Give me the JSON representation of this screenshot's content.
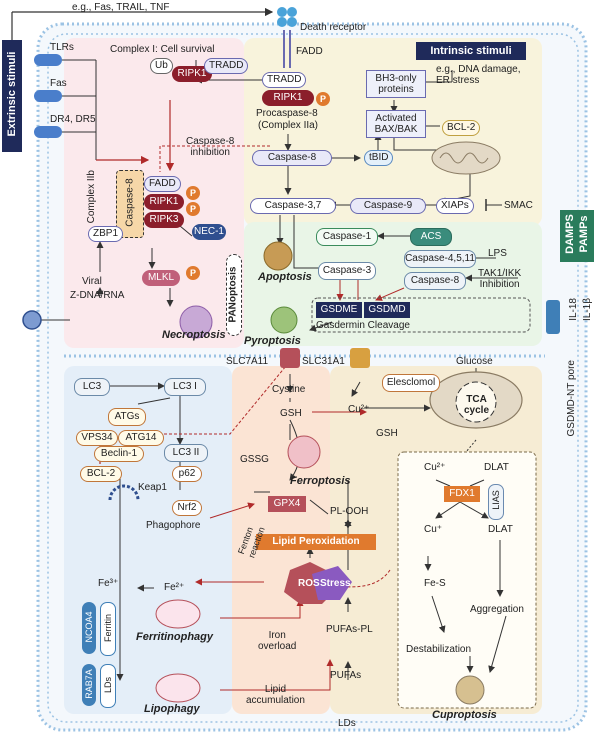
{
  "top": {
    "extrinsic_ligands": "e.g., Fas, TRAIL, TNF",
    "death_receptor": "Death receptor",
    "extrinsic_stimuli": "Extrinsic stimuli",
    "receptors": [
      "TLRs",
      "Fas",
      "DR4, DR5"
    ]
  },
  "necroptosis_panel": {
    "complex_i": "Complex I: Cell survival",
    "ub": "Ub",
    "ripk1": "RIPK1",
    "tradd": "TRADD",
    "caspase8_inhibition": "Caspase-8\ninhibition",
    "complex_iib": "Complex IIb",
    "caspase8_vertical": "Caspase-8",
    "fadd": "FADD",
    "ripk1_b": "RIPK1",
    "ripk3": "RIPK3",
    "nec1": "NEC-1",
    "zbp1": "ZBP1",
    "mlkl": "MLKL",
    "viral": "Viral",
    "zdna": "Z-DNA/RNA",
    "necroptosis": "Necroptosis",
    "panoptosis": "PANoptosis",
    "p": "P"
  },
  "apoptosis_panel": {
    "fadd": "FADD",
    "tradd": "TRADD",
    "ripk1": "RIPK1",
    "procaspase8": "Procaspase-8",
    "complex_iia": "(Complex IIa)",
    "caspase8": "Caspase-8",
    "tbid": "tBID",
    "caspase37": "Caspase-3,7",
    "caspase9": "Caspase-9",
    "xiaps": "XIAPs",
    "smac": "SMAC",
    "apoptosis": "Apoptosis",
    "intrinsic_stimuli": "Intrinsic stimuli",
    "intrinsic_eg": "e.g., DNA damage,\nER stress",
    "bh3": "BH3-only\nproteins",
    "bax": "Activated\nBAX/BAK",
    "bcl2": "BCL-2"
  },
  "pyroptosis_panel": {
    "acs": "ACS",
    "caspase1": "Caspase-1",
    "caspase4511": "Caspase-4,5,11",
    "caspase3": "Caspase-3",
    "caspase8": "Caspase-8",
    "lps": "LPS",
    "tak1": "TAK1/IKK\nInhibition",
    "gsdme": "GSDME",
    "gsdmd": "GSDMD",
    "gasdermin_cleavage": "Gasdermin Cleavage",
    "pyroptosis": "Pyroptosis",
    "damps": "DAMPS\nPAMPs",
    "il18": "IL-18",
    "il1b": "IL-1β",
    "gsdmd_nt_pore": "GSDMD-NT pore"
  },
  "autophagy_panel": {
    "lc3": "LC3",
    "lc3i": "LC3 I",
    "atgs": "ATGs",
    "vps34": "VPS34",
    "atg14": "ATG14",
    "beclin1": "Beclin-1",
    "lc3ii": "LC3 II",
    "bcl2": "BCL-2",
    "p62": "p62",
    "keap1": "Keap1",
    "nrf2": "Nrf2",
    "phagophore": "Phagophore",
    "fe3": "Fe³⁺",
    "fe2": "Fe²⁺",
    "ncoa4": "NCOA4",
    "ferritin": "Ferritin",
    "ferritinophagy": "Ferritinophagy",
    "rab7a": "RAB7A",
    "lds": "LDs",
    "lipophagy": "Lipophagy"
  },
  "ferroptosis_panel": {
    "slc7a11": "SLC7A11",
    "slc31a1": "SLC31A1",
    "cystine": "Cystine",
    "gsh": "GSH",
    "gssg": "GSSG",
    "gpx4": "GPX4",
    "ferroptosis": "Ferroptosis",
    "pl_ooh": "PL-OOH",
    "lipid_peroxidation": "Lipid Peroxidation",
    "fenton": "Fenton\nreaction",
    "ros": "ROS",
    "stress": "Stress",
    "iron_overload": "Iron\noverload",
    "pufas_pl": "PUFAs-PL",
    "pufas": "PUFAs",
    "lipid_accumulation": "Lipid\naccumulation",
    "lds": "LDs"
  },
  "cuproptosis_panel": {
    "elesclomol": "Elesclomol",
    "cu2": "Cu²⁺",
    "gsh": "GSH",
    "glucose": "Glucose",
    "tca": "TCA\ncycle",
    "cu2_b": "Cu²⁺",
    "dlat": "DLAT",
    "fdx1": "FDX1",
    "lias": "LIAS",
    "cu_plus": "Cu⁺",
    "dlat2": "DLAT",
    "fes": "Fe-S",
    "aggregation": "Aggregation",
    "destabilization": "Destabilization",
    "cuproptosis": "Cuproptosis"
  }
}
